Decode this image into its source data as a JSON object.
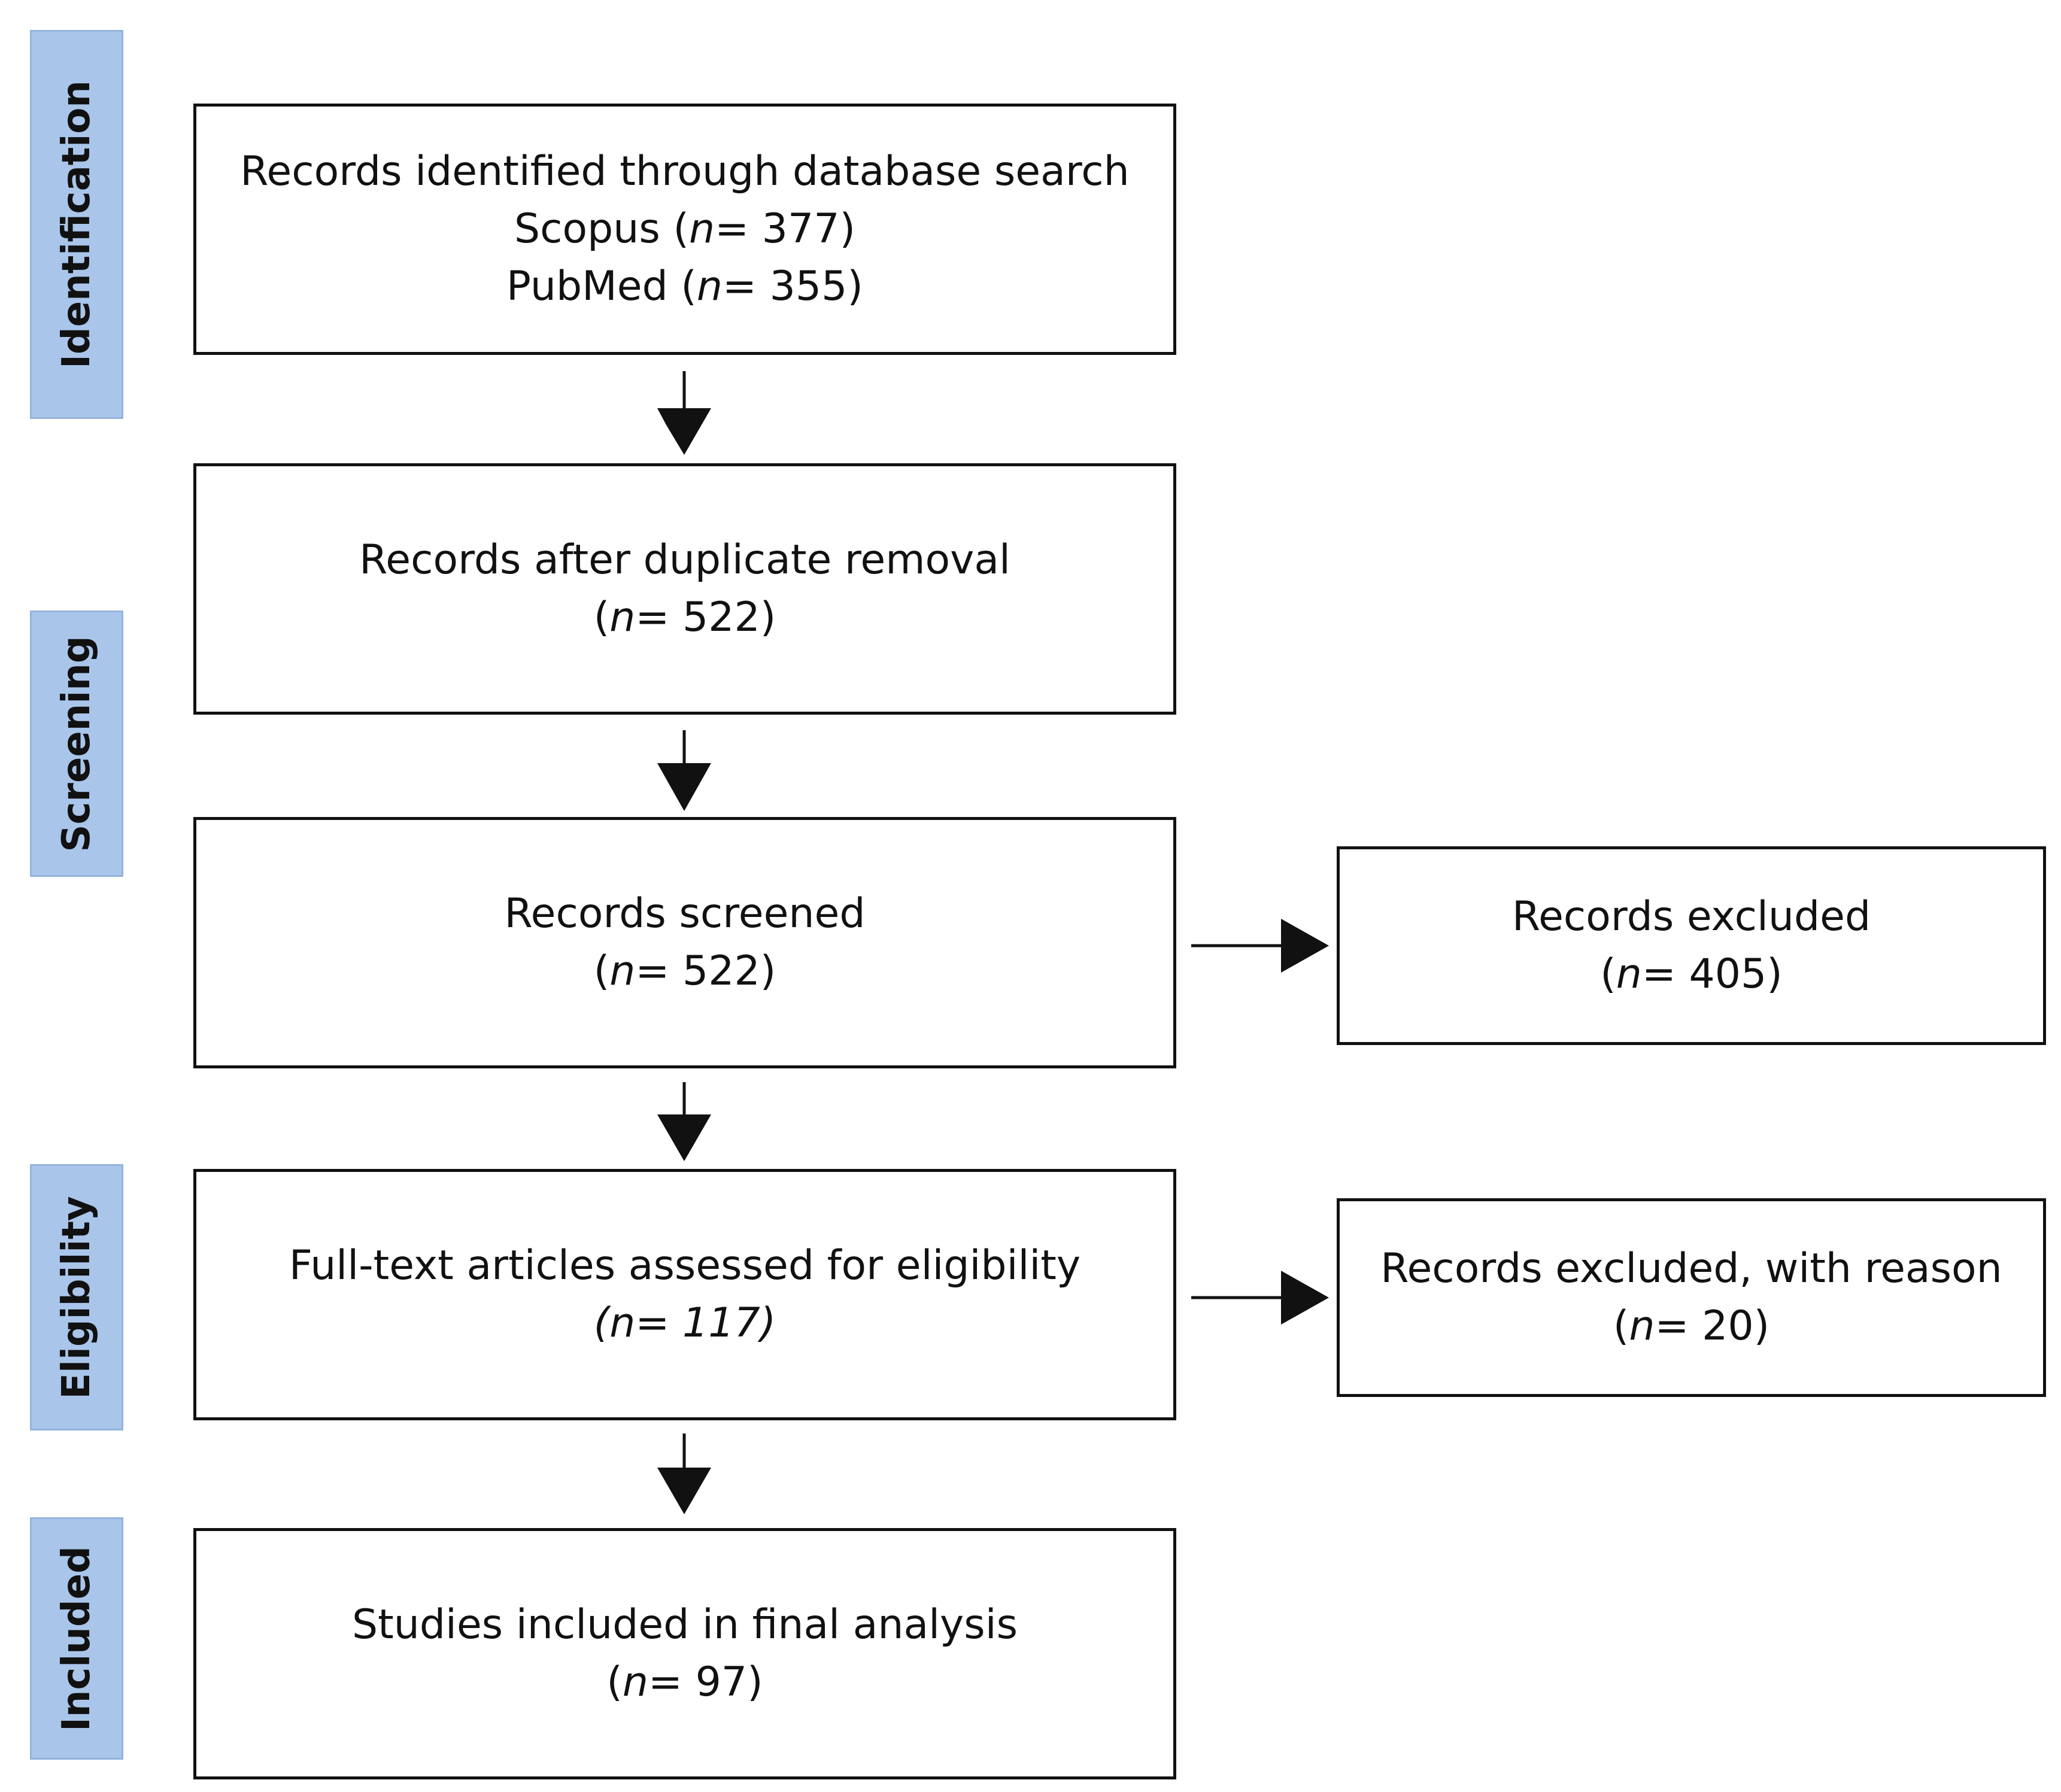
{
  "stages": {
    "identification": "Identification",
    "screening": "Screening",
    "eligibility": "Eligibility",
    "included": "Included"
  },
  "boxes": {
    "identified": {
      "line1": "Records identified through database search",
      "scopus_prefix": "Scopus (",
      "scopus_n": "n",
      "scopus_count": "= 377)",
      "pubmed_prefix": "PubMed (",
      "pubmed_n": "n",
      "pubmed_count": "= 355)"
    },
    "dedup": {
      "title": "Records after duplicate removal",
      "open": "(",
      "n": "n",
      "count": "= 522)"
    },
    "screened": {
      "title": "Records screened",
      "open": "(",
      "n": "n",
      "count": "= 522)"
    },
    "fulltext": {
      "title": "Full-text articles assessed for eligibility",
      "open": "(",
      "n": "n",
      "count": "= 117)"
    },
    "included": {
      "title": "Studies included in final analysis",
      "open": "(",
      "n": "n",
      "count": "= 97)"
    },
    "excluded": {
      "title": "Records excluded",
      "open": "(",
      "n": "n",
      "count": "= 405)"
    },
    "excluded_reason": {
      "title": "Records excluded, with reason",
      "open": "(",
      "n": "n",
      "count": "= 20)"
    }
  }
}
